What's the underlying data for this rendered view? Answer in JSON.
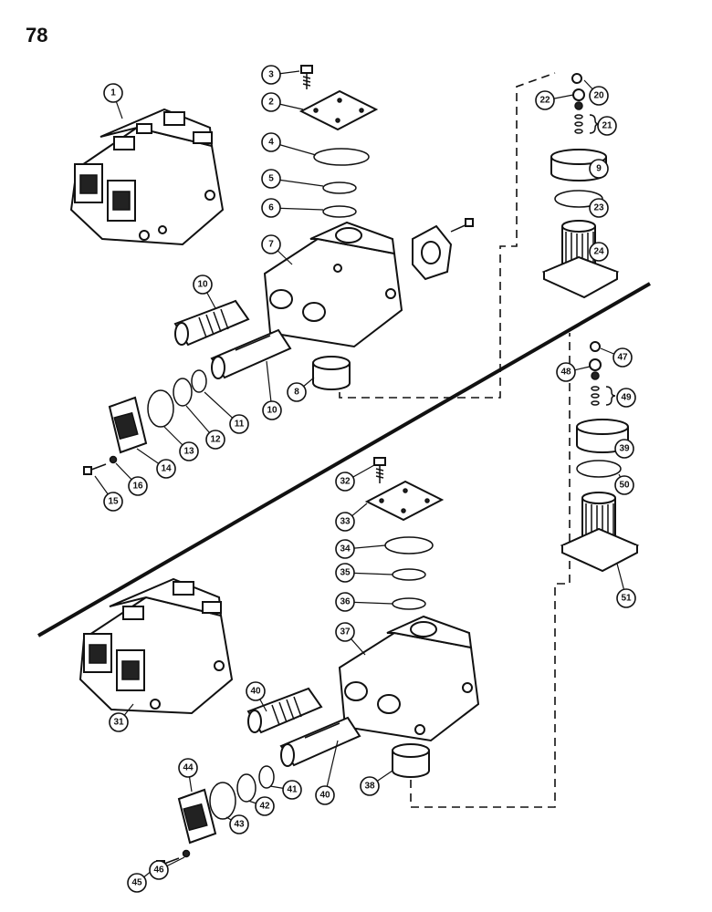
{
  "page": {
    "number": "78"
  },
  "callouts": [
    "1",
    "2",
    "3",
    "4",
    "5",
    "6",
    "7",
    "8",
    "9",
    "10",
    "10",
    "11",
    "12",
    "13",
    "14",
    "15",
    "16",
    "20",
    "21",
    "22",
    "23",
    "24",
    "31",
    "32",
    "33",
    "34",
    "35",
    "36",
    "37",
    "38",
    "39",
    "40",
    "40",
    "41",
    "42",
    "43",
    "44",
    "45",
    "46",
    "47",
    "48",
    "49",
    "50",
    "51"
  ],
  "colors": {
    "ink": "#111111",
    "paper": "#ffffff"
  }
}
